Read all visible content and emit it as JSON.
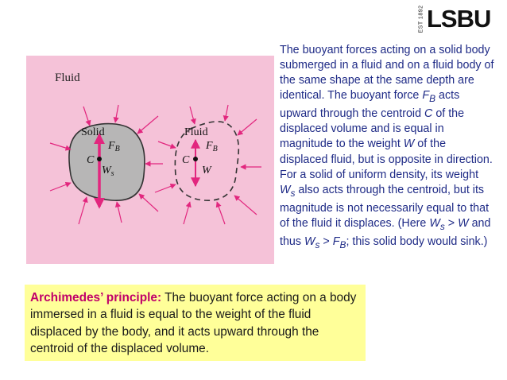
{
  "logo": {
    "est": "EST 1892",
    "word": "LSBU"
  },
  "figure": {
    "fluid_label": "Fluid",
    "solid_body": {
      "label": "Solid",
      "fb": "F",
      "fb_sub": "B",
      "c": "C",
      "w": "W",
      "w_sub": "s"
    },
    "fluid_body": {
      "label": "Fluid",
      "fb": "F",
      "fb_sub": "B",
      "c": "C",
      "w": "W"
    },
    "colors": {
      "background": "#f5c2d8",
      "solid_fill": "#b7b6b6",
      "arrow": "#e2267e"
    }
  },
  "description": {
    "t1": "The buoyant forces acting on a solid body submerged in a fluid and on a fluid body of the same shape at the same depth are identical. The buoyant force ",
    "fb": "F",
    "fb_sub": "B",
    "t2": " acts upward through the centroid ",
    "c": "C",
    "t3": " of the displaced volume and is equal in magnitude to the weight ",
    "w": "W",
    "t4": " of the displaced fluid, but is opposite in direction. For a solid of uniform density, its weight ",
    "ws": "W",
    "ws_sub": "s",
    "t5": " also acts through the centroid, but its magnitude is not necessarily equal to that of the fluid it displaces. (Here ",
    "ws2": "W",
    "ws2_sub": "s",
    "t6": " > ",
    "w2": "W",
    "t7": " and thus ",
    "ws3": "W",
    "ws3_sub": "s",
    "t8": " > ",
    "fb2": "F",
    "fb2_sub": "B",
    "t9": "; this solid body would sink.)"
  },
  "callout": {
    "heading": "Archimedes’ principle:",
    "body": " The buoyant force acting on a body immersed in a fluid is equal to the weight of the fluid displaced by the body, and it acts upward through the centroid of the displaced volume."
  }
}
